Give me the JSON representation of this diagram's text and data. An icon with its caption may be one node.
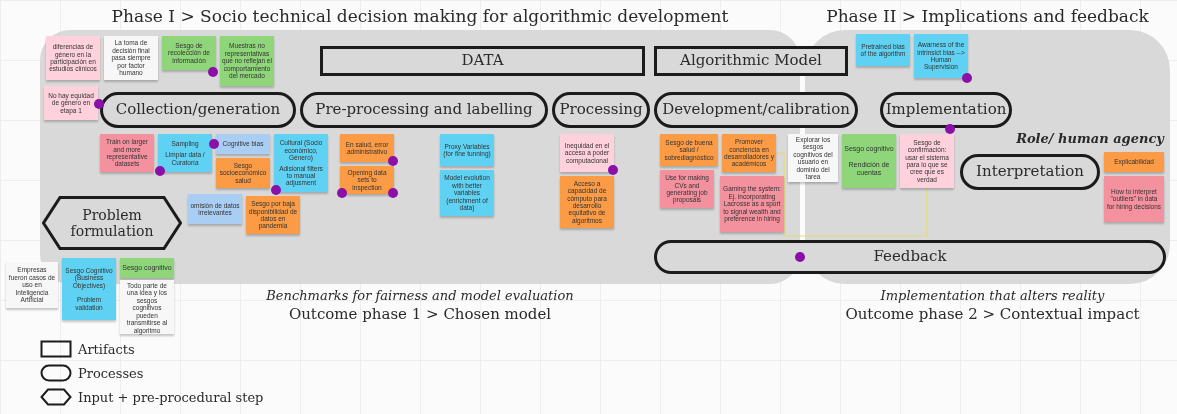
{
  "diagram": {
    "nodes": [
      {
        "text": [],
        "shape": "box"
      },
      {
        "text": [],
        "shape": "box"
      },
      {
        "text": [
          "DATA"
        ],
        "in": 0
      },
      {
        "text": [
          "Algorithmic Model"
        ]
      },
      {
        "text": [
          "Collection/generation"
        ],
        "in": 0
      },
      {
        "text": [
          "Pre-processing and labelling"
        ],
        "in": 0
      },
      {
        "text": [
          "Processing"
        ],
        "in": 0
      },
      {
        "text": [
          "Development/calibration"
        ]
      },
      {
        "text": [
          "Implementation"
        ],
        "in": 1
      },
      {
        "text": [
          "Interpretation"
        ],
        "in": 1
      },
      {
        "text": [
          "Feedback"
        ]
      },
      {
        "text": [
          "Problem formulation"
        ],
        "in": 0
      },
      {
        "text": [
          "diferencias de género en la participación en estudios clínicos"
        ],
        "in": 0
      },
      {
        "text": [
          "La toma de decisión final pasa siempre por factor humano"
        ],
        "in": 0
      },
      {
        "text": [
          "Muestras no representativas que no reflejan el comportamiento del mercado"
        ],
        "in": 0
      },
      {
        "text": [
          "Sesgo de recolección de información"
        ],
        "in": 0
      },
      {
        "text": [
          "No hay equidad de género en etapa 1"
        ],
        "in": 0
      },
      {
        "text": [
          "Train on larger and more representative datasets"
        ],
        "in": 0
      },
      {
        "text": [
          "Sampling",
          "Limpiar data / Curatoría"
        ],
        "in": 0
      },
      {
        "text": [
          "Cognitive bias"
        ],
        "in": 0
      },
      {
        "text": [
          "Sesgo socioeconómico salud"
        ],
        "in": 0
      },
      {
        "text": [
          "Cultural (Socio económico, Género)",
          "Adisional filters to manual adjusment"
        ],
        "in": 0
      },
      {
        "text": [
          "omisión de datos irrelevantes"
        ],
        "in": 0
      },
      {
        "text": [
          "Sesgo por baja disponibilidad de datos en pandemia"
        ],
        "in": 0
      },
      {
        "text": [
          "En salud, error administrativo"
        ],
        "in": 0
      },
      {
        "text": [
          "Opening data sets to inspection"
        ],
        "in": 0
      },
      {
        "text": [
          "Proxy Variables (for fine tunning)"
        ],
        "in": 0
      },
      {
        "text": [
          "Model evolution with better variables (enrichment of data)"
        ],
        "in": 0
      },
      {
        "text": [
          "Inequidad en el acceso a poder computacional"
        ],
        "in": 0
      },
      {
        "text": [
          "Acceso a capacidad de cómputo para desarrollo equitativo de algoritmos"
        ],
        "in": 0
      },
      {
        "text": [
          "Sesgo de buena salud / sobrediagnóstico"
        ],
        "in": 0
      },
      {
        "text": [
          "Promover conciencia en desarrolladores y académicos"
        ],
        "in": 0
      },
      {
        "text": [
          "Explorar los sesgos cognitivos del usuario en dominio del tarea"
        ]
      },
      {
        "text": [
          "Pretrained bias of the algorithm"
        ],
        "in": 1
      },
      {
        "text": [
          "Awarness of the intrinsict bias --> Human Supervision"
        ],
        "in": 1
      },
      {
        "text": [
          "Sesgo cognitivo",
          "Rendición de cuentas"
        ],
        "in": 1
      },
      {
        "text": [
          "Sesgo de confirmación: usar el sistema para lo que se cree que es verdad"
        ],
        "in": 1
      },
      {
        "text": [
          "Explicabilidad"
        ],
        "in": 1
      },
      {
        "text": [
          "How to interpret \"outliers\" in data for hiring decisions"
        ],
        "in": 1
      },
      {
        "text": [
          "Use for making CVs and generating job proposals"
        ],
        "in": 0
      },
      {
        "text": [
          "Gaming the system: Ej. incorporating Lacrosse as a sport to signal wealth and preference in hiring"
        ],
        "in": 0
      },
      {
        "text": [
          "Empresas fueron casos de uso en Inteligencia Artificial"
        ]
      },
      {
        "text": [
          "Sesgo Cognitivo (Business Objectives)",
          "Problem validation"
        ]
      },
      {
        "text": [
          "Sesgo cognitivo"
        ],
        "in": 0
      },
      {
        "text": [
          "Todo parte de una idea y los sesgos cognitivos pueden transmitirse al algoritmo"
        ]
      }
    ],
    "edges": [
      {
        "from": 31,
        "to": 36,
        "arrow": "none",
        "color": "#e6dc6a"
      }
    ],
    "labels": [
      "Phase I > Socio technical decision making for algorithmic development",
      "Phase II > Implications and feedback",
      "Role/ human agency",
      "Benchmarks for fairness and model evaluation",
      "Outcome phase 1 > Chosen model",
      "Implementation that alters reality",
      "Outcome phase 2 > Contextual impact"
    ],
    "legend": [
      {
        "text": "Artifacts"
      },
      {
        "text": "Processes"
      },
      {
        "text": "Input + pre-procedural step"
      }
    ]
  }
}
